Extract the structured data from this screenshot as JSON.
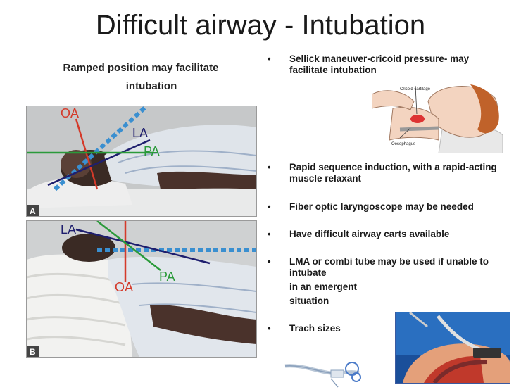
{
  "title": "Difficult airway - Intubation",
  "left": {
    "caption_line1": "Ramped position may facilitate",
    "caption_line2": "intubation",
    "photo_a": {
      "panel_label": "A",
      "labels": {
        "oa": "OA",
        "la": "LA",
        "pa": "PA"
      }
    },
    "photo_b": {
      "panel_label": "B",
      "labels": {
        "oa": "OA",
        "la": "LA",
        "pa": "PA"
      }
    }
  },
  "right": {
    "bullets": [
      "Sellick maneuver-cricoid pressure- may facilitate intubation",
      "Rapid sequence induction,  with a rapid-acting muscle relaxant",
      "Fiber optic laryngoscope may be needed",
      "Have difficult airway carts available",
      "LMA or combi tube may be used if unable to intubate",
      "Trach  sizes"
    ],
    "lma_continuation": [
      "in an emergent",
      "situation"
    ],
    "sellick_labels": {
      "cricoid": "Cricoid cartilage",
      "oesophagus": "Oesophagus"
    }
  },
  "colors": {
    "oa_line": "#d43a2a",
    "la_line": "#1e1e6e",
    "pa_line": "#2a9a3a",
    "axis_dashed": "#3a8fd0"
  }
}
